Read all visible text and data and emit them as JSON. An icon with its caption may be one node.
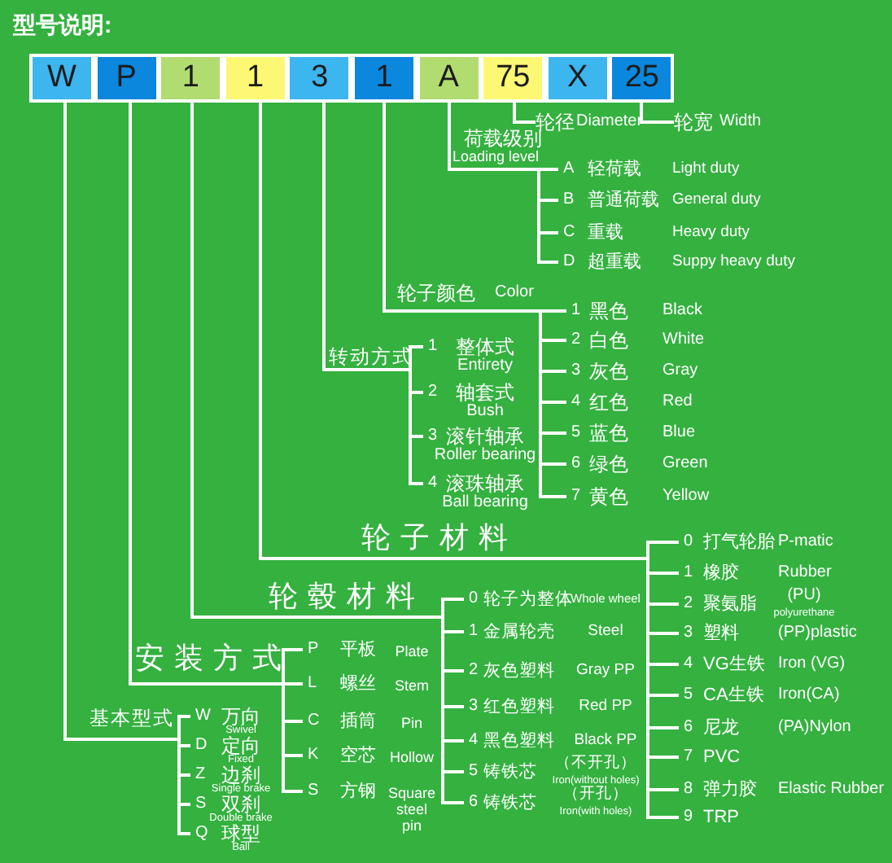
{
  "diagram": {
    "title": "型号说明:",
    "nodes": [
      {
        "text": [
          "W"
        ]
      },
      {
        "text": [
          "P"
        ]
      },
      {
        "text": [
          "1"
        ]
      },
      {
        "text": [
          "1"
        ]
      },
      {
        "text": [
          "3"
        ]
      },
      {
        "text": [
          "1"
        ]
      },
      {
        "text": [
          "A"
        ]
      },
      {
        "text": [
          "75"
        ]
      },
      {
        "text": [
          "X"
        ]
      },
      {
        "text": [
          "25"
        ]
      },
      {
        "text": [
          "轮径",
          "Diameter"
        ]
      },
      {
        "text": [
          "轮宽",
          "Width"
        ]
      },
      {
        "text": [
          "荷载级别",
          "Loading level"
        ]
      },
      {
        "text": [
          "A",
          "轻荷载",
          "Light duty"
        ]
      },
      {
        "text": [
          "B",
          "普通荷载",
          "General duty"
        ]
      },
      {
        "text": [
          "C",
          "重载",
          "Heavy duty"
        ]
      },
      {
        "text": [
          "D",
          "超重载",
          "Suppy heavy duty"
        ]
      },
      {
        "text": [
          "轮子颜色",
          "Color"
        ]
      },
      {
        "text": [
          "1",
          "黑色",
          "Black"
        ]
      },
      {
        "text": [
          "2",
          "白色",
          "White"
        ]
      },
      {
        "text": [
          "3",
          "灰色",
          "Gray"
        ]
      },
      {
        "text": [
          "4",
          "红色",
          "Red"
        ]
      },
      {
        "text": [
          "5",
          "蓝色",
          "Blue"
        ]
      },
      {
        "text": [
          "6",
          "绿色",
          "Green"
        ]
      },
      {
        "text": [
          "7",
          "黄色",
          "Yellow"
        ]
      },
      {
        "text": [
          "转动方式"
        ]
      },
      {
        "text": [
          "1",
          "整体式",
          "Entirety"
        ]
      },
      {
        "text": [
          "2",
          "轴套式",
          "Bush"
        ]
      },
      {
        "text": [
          "3",
          "滚针轴承",
          "Roller bearing"
        ]
      },
      {
        "text": [
          "4",
          "滚珠轴承",
          "Ball bearing"
        ]
      },
      {
        "text": [
          "轮子材料"
        ]
      },
      {
        "text": [
          "0",
          "打气轮胎",
          "P-matic"
        ]
      },
      {
        "text": [
          "1",
          "橡胶",
          "Rubber"
        ]
      },
      {
        "text": [
          "2",
          "聚氨脂",
          "(PU)",
          "polyurethane"
        ]
      },
      {
        "text": [
          "3",
          "塑料",
          "(PP)plastic"
        ]
      },
      {
        "text": [
          "4",
          "VG生铁",
          "Iron (VG)"
        ]
      },
      {
        "text": [
          "5",
          "CA生铁",
          "Iron(CA)"
        ]
      },
      {
        "text": [
          "6",
          "尼龙",
          "(PA)Nylon"
        ]
      },
      {
        "text": [
          "7",
          "PVC"
        ]
      },
      {
        "text": [
          "8",
          "弹力胶",
          "Elastic Rubber"
        ]
      },
      {
        "text": [
          "9",
          "TRP"
        ]
      },
      {
        "text": [
          "轮毂材料"
        ]
      },
      {
        "text": [
          "0",
          "轮子为整体",
          "Whole wheel"
        ]
      },
      {
        "text": [
          "1",
          "金属轮壳",
          "Steel"
        ]
      },
      {
        "text": [
          "2",
          "灰色塑料",
          "Gray PP"
        ]
      },
      {
        "text": [
          "3",
          "红色塑料",
          "Red PP"
        ]
      },
      {
        "text": [
          "4",
          "黑色塑料",
          "Black PP"
        ]
      },
      {
        "text": [
          "5",
          "铸铁芯",
          "（不开孔）",
          "Iron(without holes)"
        ]
      },
      {
        "text": [
          "6",
          "铸铁芯",
          "（开孔）",
          "Iron(with holes)"
        ]
      },
      {
        "text": [
          "安装方式"
        ]
      },
      {
        "text": [
          "P",
          "平板",
          "Plate"
        ]
      },
      {
        "text": [
          "L",
          "螺丝",
          "Stem"
        ]
      },
      {
        "text": [
          "C",
          "插筒",
          "Pin"
        ]
      },
      {
        "text": [
          "K",
          "空芯",
          "Hollow"
        ]
      },
      {
        "text": [
          "S",
          "方钢",
          "Square steel pin"
        ]
      },
      {
        "text": [
          "基本型式"
        ]
      },
      {
        "text": [
          "W",
          "万向",
          "Swivel"
        ]
      },
      {
        "text": [
          "D",
          "定向",
          "Fixed"
        ]
      },
      {
        "text": [
          "Z",
          "边刹",
          "Single brake"
        ]
      },
      {
        "text": [
          "S",
          "双刹",
          "Double brake"
        ]
      },
      {
        "text": [
          "Q",
          "球型",
          "Ball"
        ]
      }
    ],
    "edges": [
      {
        "from": 7,
        "to": 10,
        "arrow": "none"
      },
      {
        "from": 9,
        "to": 11,
        "arrow": "none"
      },
      {
        "from": 6,
        "to": 12,
        "arrow": "none"
      },
      {
        "from": 12,
        "to": 13,
        "arrow": "none"
      },
      {
        "from": 12,
        "to": 14,
        "arrow": "none"
      },
      {
        "from": 12,
        "to": 15,
        "arrow": "none"
      },
      {
        "from": 12,
        "to": 16,
        "arrow": "none"
      },
      {
        "from": 5,
        "to": 17,
        "arrow": "none"
      },
      {
        "from": 17,
        "to": 18,
        "arrow": "none"
      },
      {
        "from": 17,
        "to": 19,
        "arrow": "none"
      },
      {
        "from": 17,
        "to": 20,
        "arrow": "none"
      },
      {
        "from": 17,
        "to": 21,
        "arrow": "none"
      },
      {
        "from": 17,
        "to": 22,
        "arrow": "none"
      },
      {
        "from": 17,
        "to": 23,
        "arrow": "none"
      },
      {
        "from": 17,
        "to": 24,
        "arrow": "none"
      },
      {
        "from": 4,
        "to": 25,
        "arrow": "none"
      },
      {
        "from": 25,
        "to": 26,
        "arrow": "none"
      },
      {
        "from": 25,
        "to": 27,
        "arrow": "none"
      },
      {
        "from": 25,
        "to": 28,
        "arrow": "none"
      },
      {
        "from": 25,
        "to": 29,
        "arrow": "none"
      },
      {
        "from": 3,
        "to": 30,
        "arrow": "none"
      },
      {
        "from": 30,
        "to": 31,
        "arrow": "none"
      },
      {
        "from": 30,
        "to": 32,
        "arrow": "none"
      },
      {
        "from": 30,
        "to": 33,
        "arrow": "none"
      },
      {
        "from": 30,
        "to": 34,
        "arrow": "none"
      },
      {
        "from": 30,
        "to": 35,
        "arrow": "none"
      },
      {
        "from": 30,
        "to": 36,
        "arrow": "none"
      },
      {
        "from": 30,
        "to": 37,
        "arrow": "none"
      },
      {
        "from": 30,
        "to": 38,
        "arrow": "none"
      },
      {
        "from": 30,
        "to": 39,
        "arrow": "none"
      },
      {
        "from": 30,
        "to": 40,
        "arrow": "none"
      },
      {
        "from": 2,
        "to": 41,
        "arrow": "none"
      },
      {
        "from": 41,
        "to": 42,
        "arrow": "none"
      },
      {
        "from": 41,
        "to": 43,
        "arrow": "none"
      },
      {
        "from": 41,
        "to": 44,
        "arrow": "none"
      },
      {
        "from": 41,
        "to": 45,
        "arrow": "none"
      },
      {
        "from": 41,
        "to": 46,
        "arrow": "none"
      },
      {
        "from": 41,
        "to": 47,
        "arrow": "none"
      },
      {
        "from": 41,
        "to": 48,
        "arrow": "none"
      },
      {
        "from": 1,
        "to": 49,
        "arrow": "none"
      },
      {
        "from": 49,
        "to": 50,
        "arrow": "none"
      },
      {
        "from": 49,
        "to": 51,
        "arrow": "none"
      },
      {
        "from": 49,
        "to": 52,
        "arrow": "none"
      },
      {
        "from": 49,
        "to": 53,
        "arrow": "none"
      },
      {
        "from": 49,
        "to": 54,
        "arrow": "none"
      },
      {
        "from": 0,
        "to": 55,
        "arrow": "none"
      },
      {
        "from": 55,
        "to": 56,
        "arrow": "none"
      },
      {
        "from": 55,
        "to": 57,
        "arrow": "none"
      },
      {
        "from": 55,
        "to": 58,
        "arrow": "none"
      },
      {
        "from": 55,
        "to": 59,
        "arrow": "none"
      },
      {
        "from": 55,
        "to": 60,
        "arrow": "none"
      }
    ]
  }
}
